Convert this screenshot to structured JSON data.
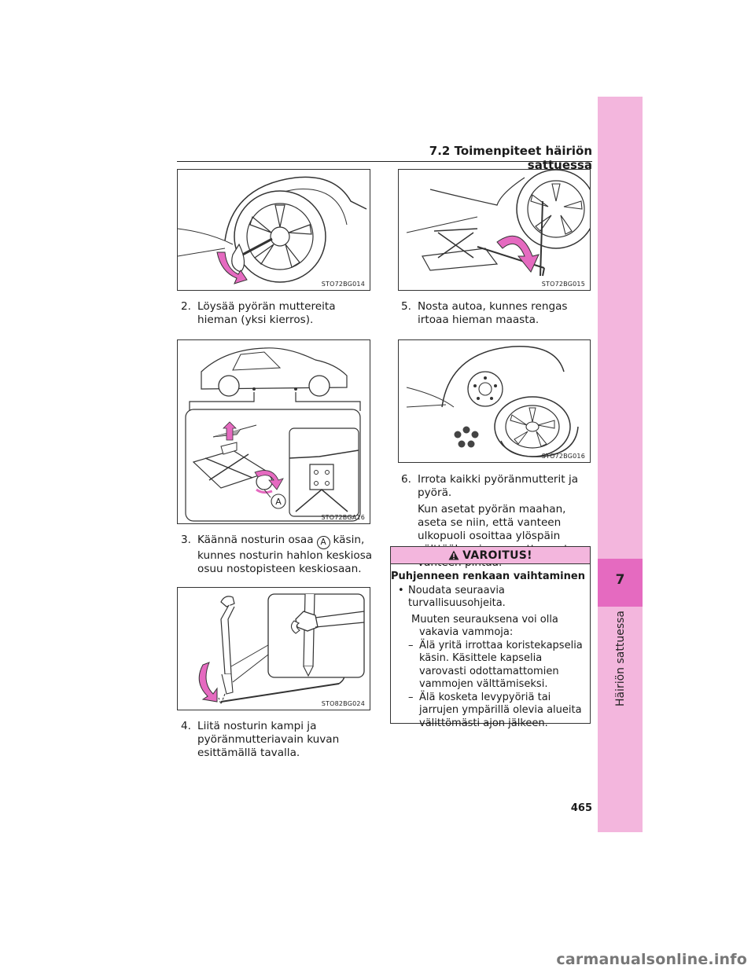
{
  "header": {
    "section_title": "7.2 Toimenpiteet häiriön sattuessa"
  },
  "side_tab": {
    "chapter_number": "7",
    "label": "Häiriön sattuessa"
  },
  "figures": [
    {
      "code": "STO72BG014"
    },
    {
      "code": "STO72BG015"
    },
    {
      "code": "STO72BGA16",
      "callout": "A"
    },
    {
      "code": "STO72BG016"
    },
    {
      "code": "STO82BG024"
    }
  ],
  "steps": [
    {
      "num": "2.",
      "text": "Löysää pyörän muttereita hieman (yksi kierros)."
    },
    {
      "num": "3.",
      "text_before": "Käännä nosturin osaa",
      "marker": "A",
      "text_after": "käsin, kunnes nosturin hahlon keskiosa osuu nostopisteen keskiosaan."
    },
    {
      "num": "4.",
      "text": "Liitä nosturin kampi ja pyöränmutteriavain kuvan esittämällä tavalla."
    },
    {
      "num": "5.",
      "text": "Nosta autoa, kunnes rengas irtoaa hieman maasta."
    },
    {
      "num": "6.",
      "text": "Irrota kaikki pyöränmutterit ja pyörä.",
      "sub": "Kun asetat pyörän maahan, aseta se niin, että vanteen ulkopuoli osoittaa ylöspäin välttääksesi naarmuttamasta vanteen pintaa."
    }
  ],
  "warning": {
    "title": "VAROITUS!",
    "heading": "Puhjenneen renkaan vaihtaminen",
    "bullet": "Noudata seuraavia turvallisuusohjeita.",
    "intro": "Muuten seurauksena voi olla vakavia vammoja:",
    "items": [
      "Älä yritä irrottaa koristekapselia käsin. Käsittele kapselia varovasti odottamattomien vammojen välttämiseksi.",
      "Älä kosketa levypyöriä tai jarrujen ympärillä olevia alueita välittömästi ajon jälkeen."
    ]
  },
  "page_number": "465",
  "watermark": "carmanualsonline.info",
  "colors": {
    "accent_pink": "#e56ac0",
    "light_pink": "#f3b6dd"
  }
}
